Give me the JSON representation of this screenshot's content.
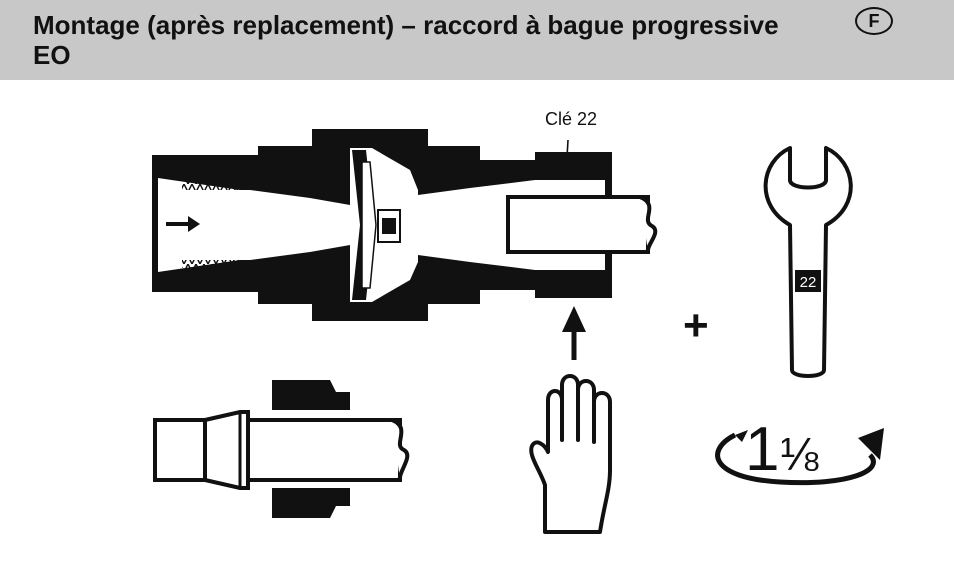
{
  "header": {
    "title": "Montage (après replacement) – raccord à bague progressive EO",
    "lang_badge": "F"
  },
  "labels": {
    "wrench_callout": "Clé 22",
    "wrench_size": "22",
    "plus_sign": "+",
    "turns_whole": "1",
    "turns_fraction": "⅛"
  },
  "icons": [
    "fitting-cross-section-icon",
    "flow-arrow-icon",
    "tube-with-nut-icon",
    "push-arrow-icon",
    "hand-icon",
    "wrench-icon",
    "rotation-arrow-icon"
  ],
  "colors": {
    "header_bg": "#c8c8c8",
    "ink": "#111111"
  }
}
